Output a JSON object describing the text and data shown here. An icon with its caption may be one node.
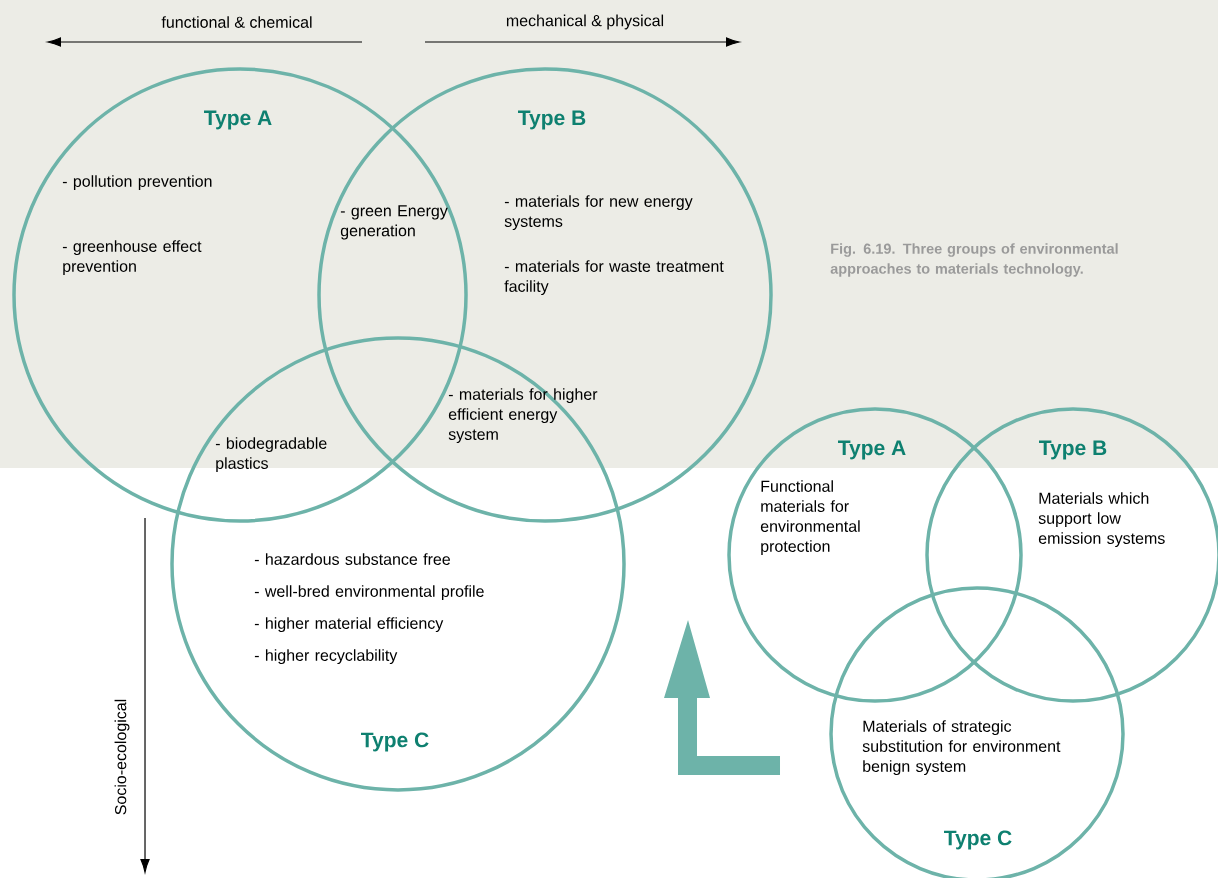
{
  "diagram": {
    "caption": "Fig. 6.19. Three groups of environmental approaches to materials technology.",
    "nodes": [
      {
        "text": [
          "Type A",
          "- pollution prevention",
          "- greenhouse effect prevention"
        ]
      },
      {
        "text": [
          "Type B",
          "- materials for new energy systems",
          "- materials for waste treatment facility"
        ]
      },
      {
        "text": [
          "- hazardous substance free",
          "- well-bred environmental profile",
          "- higher material efficiency",
          "- higher recyclability",
          "Type C"
        ]
      },
      {
        "text": [
          "Type A",
          "Functional materials for environmental protection"
        ]
      },
      {
        "text": [
          "Type B",
          "Materials which support low emission systems"
        ]
      },
      {
        "text": [
          "Materials of strategic substitution for environment benign system",
          "Type C"
        ]
      }
    ],
    "labels": [
      "functional & chemical",
      "mechanical & physical",
      "- green Energy generation",
      "- biodegradable plastics",
      "- materials for higher efficient energy system",
      "Socio-ecological"
    ]
  }
}
